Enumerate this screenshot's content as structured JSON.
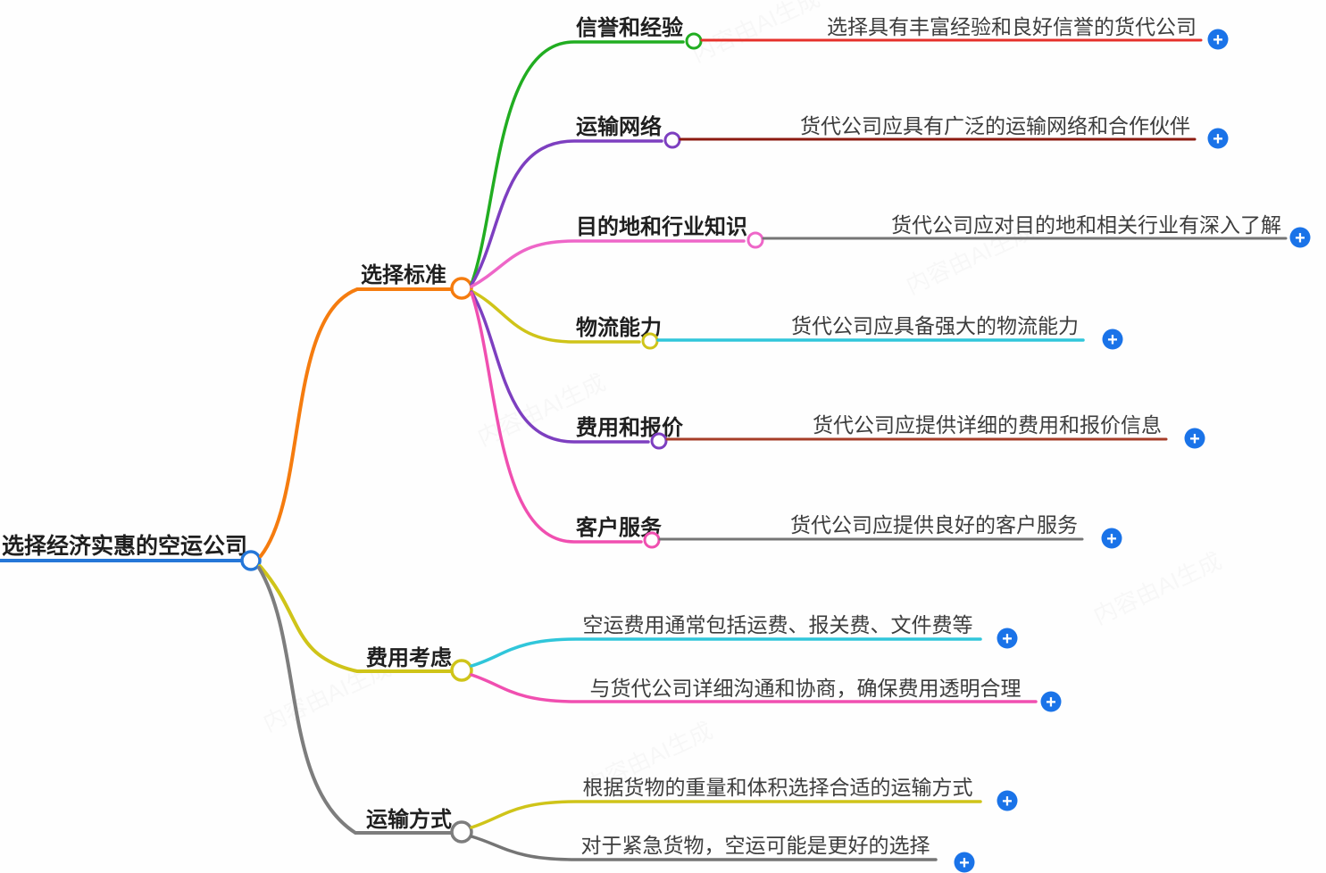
{
  "watermark": {
    "text": "内容由AI生成"
  },
  "icons": {
    "plus": "+"
  },
  "colors": {
    "root_blue": "#2577d8",
    "plus_button": "#1a73e8",
    "orange": "#f57c0f",
    "green": "#21ad21",
    "purple": "#7d3fc0",
    "pink": "#ee66c8",
    "hot_pink": "#f04fb0",
    "yellow": "#cfc419",
    "cyan": "#30c6da",
    "red": "#e6312b",
    "dark_red": "#8c1a10",
    "brick": "#a63d28",
    "gray": "#757575",
    "gray_branch": "#7d7d7d",
    "label_text": "#1f1f1f",
    "leaf_text": "#3d3d3d"
  },
  "root": {
    "label": "选择经济实惠的空运公司"
  },
  "branches": [
    {
      "label": "选择标准",
      "children": [
        {
          "label": "信誉和经验",
          "leaf": "选择具有丰富经验和良好信誉的货代公司"
        },
        {
          "label": "运输网络",
          "leaf": "货代公司应具有广泛的运输网络和合作伙伴"
        },
        {
          "label": "目的地和行业知识",
          "leaf": "货代公司应对目的地和相关行业有深入了解"
        },
        {
          "label": "物流能力",
          "leaf": "货代公司应具备强大的物流能力"
        },
        {
          "label": "费用和报价",
          "leaf": "货代公司应提供详细的费用和报价信息"
        },
        {
          "label": "客户服务",
          "leaf": "货代公司应提供良好的客户服务"
        }
      ]
    },
    {
      "label": "费用考虑",
      "children": [
        {
          "leaf": "空运费用通常包括运费、报关费、文件费等"
        },
        {
          "leaf": "与货代公司详细沟通和协商，确保费用透明合理"
        }
      ]
    },
    {
      "label": "运输方式",
      "children": [
        {
          "leaf": "根据货物的重量和体积选择合适的运输方式"
        },
        {
          "leaf": "对于紧急货物，空运可能是更好的选择"
        }
      ]
    }
  ]
}
